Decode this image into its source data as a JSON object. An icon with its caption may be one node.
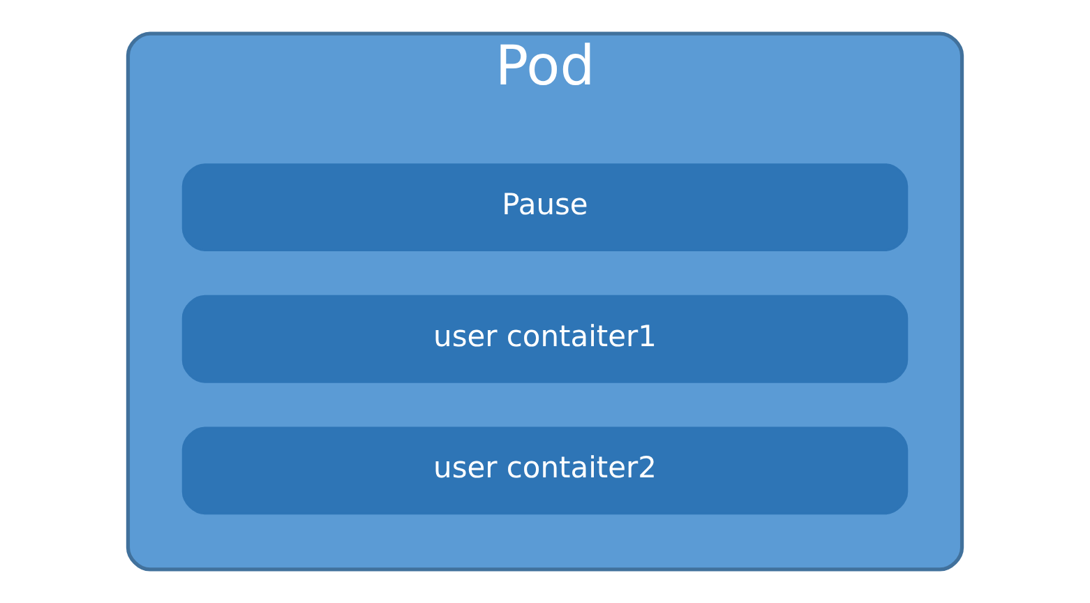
{
  "diagram": {
    "nodes": [
      {
        "text": [
          "Pod"
        ]
      },
      {
        "text": [
          "Pause"
        ],
        "in": 0
      },
      {
        "text": [
          "user contaiter1"
        ],
        "in": 0
      },
      {
        "text": [
          "user contaiter2"
        ],
        "in": 0
      }
    ]
  }
}
